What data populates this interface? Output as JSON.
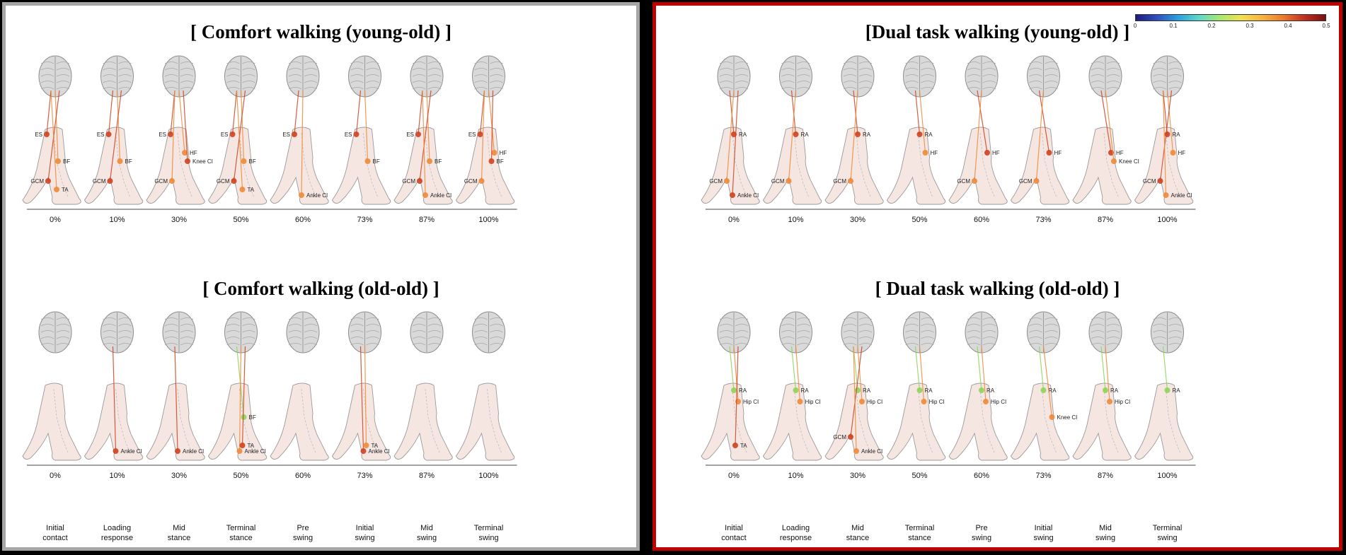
{
  "panels": [
    {
      "id": "left",
      "rows": [
        {
          "title": "[ Comfort walking (young-old) ]",
          "stages": [
            {
              "pct": "0%",
              "muscles": [
                "ES",
                "BF",
                "GCM",
                "TA"
              ]
            },
            {
              "pct": "10%",
              "muscles": [
                "ES",
                "BF",
                "GCM"
              ]
            },
            {
              "pct": "30%",
              "muscles": [
                "ES",
                "HF",
                "Knee CI",
                "GCM"
              ]
            },
            {
              "pct": "50%",
              "muscles": [
                "ES",
                "BF",
                "GCM",
                "TA"
              ]
            },
            {
              "pct": "60%",
              "muscles": [
                "ES",
                "Ankle CI"
              ]
            },
            {
              "pct": "73%",
              "muscles": [
                "ES",
                "BF"
              ]
            },
            {
              "pct": "87%",
              "muscles": [
                "ES",
                "BF",
                "GCM",
                "Ankle CI"
              ]
            },
            {
              "pct": "100%",
              "muscles": [
                "ES",
                "HF",
                "BF",
                "GCM"
              ]
            }
          ]
        },
        {
          "title": "[ Comfort walking (old-old) ]",
          "stages": [
            {
              "pct": "0%",
              "muscles": []
            },
            {
              "pct": "10%",
              "muscles": [
                "Ankle CI"
              ]
            },
            {
              "pct": "30%",
              "muscles": [
                "Ankle CI"
              ]
            },
            {
              "pct": "50%",
              "muscles": [
                "BF",
                "Ankle CI",
                "TA"
              ]
            },
            {
              "pct": "60%",
              "muscles": []
            },
            {
              "pct": "73%",
              "muscles": [
                "Ankle CI",
                "TA"
              ]
            },
            {
              "pct": "87%",
              "muscles": []
            },
            {
              "pct": "100%",
              "muscles": []
            }
          ]
        }
      ],
      "phases": [
        {
          "line1": "Initial",
          "line2": "contact"
        },
        {
          "line1": "Loading",
          "line2": "response"
        },
        {
          "line1": "Mid",
          "line2": "stance"
        },
        {
          "line1": "Terminal",
          "line2": "stance"
        },
        {
          "line1": "Pre",
          "line2": "swing"
        },
        {
          "line1": "Initial",
          "line2": "swing"
        },
        {
          "line1": "Mid",
          "line2": "swing"
        },
        {
          "line1": "Terminal",
          "line2": "swing"
        }
      ]
    },
    {
      "id": "right",
      "rows": [
        {
          "title": "[Dual task walking (young-old) ]",
          "stages": [
            {
              "pct": "0%",
              "muscles": [
                "RA",
                "GCM",
                "Ankle CI"
              ]
            },
            {
              "pct": "10%",
              "muscles": [
                "RA",
                "GCM"
              ]
            },
            {
              "pct": "30%",
              "muscles": [
                "RA",
                "GCM"
              ]
            },
            {
              "pct": "50%",
              "muscles": [
                "RA",
                "HF"
              ]
            },
            {
              "pct": "60%",
              "muscles": [
                "HF",
                "GCM"
              ]
            },
            {
              "pct": "73%",
              "muscles": [
                "HF",
                "GCM"
              ]
            },
            {
              "pct": "87%",
              "muscles": [
                "HF",
                "Knee CI"
              ]
            },
            {
              "pct": "100%",
              "muscles": [
                "RA",
                "HF",
                "GCM",
                "Ankle CI"
              ]
            }
          ]
        },
        {
          "title": "[ Dual task walking (old-old) ]",
          "stages": [
            {
              "pct": "0%",
              "muscles": [
                "RA",
                "Hip CI",
                "TA"
              ]
            },
            {
              "pct": "10%",
              "muscles": [
                "RA",
                "Hip CI"
              ]
            },
            {
              "pct": "30%",
              "muscles": [
                "RA",
                "Hip CI",
                "GCM",
                "Ankle CI"
              ]
            },
            {
              "pct": "50%",
              "muscles": [
                "RA",
                "Hip CI"
              ]
            },
            {
              "pct": "60%",
              "muscles": [
                "RA",
                "Hip CI"
              ]
            },
            {
              "pct": "73%",
              "muscles": [
                "RA",
                "Knee CI"
              ]
            },
            {
              "pct": "87%",
              "muscles": [
                "RA",
                "Hip CI"
              ]
            },
            {
              "pct": "100%",
              "muscles": [
                "RA"
              ]
            }
          ]
        }
      ],
      "phases": [
        {
          "line1": "Initial",
          "line2": "contact"
        },
        {
          "line1": "Loading",
          "line2": "response"
        },
        {
          "line1": "Mid",
          "line2": "stance"
        },
        {
          "line1": "Terminal",
          "line2": "stance"
        },
        {
          "line1": "Pre",
          "line2": "swing"
        },
        {
          "line1": "Initial",
          "line2": "swing"
        },
        {
          "line1": "Mid",
          "line2": "swing"
        },
        {
          "line1": "Terminal",
          "line2": "swing"
        }
      ]
    }
  ],
  "colorbar": {
    "ticks": [
      "0",
      "0.1",
      "0.2",
      "0.3",
      "0.4",
      "0.5"
    ],
    "colors": {
      "low": "#1c1c7a",
      "mid": "#a8e870",
      "high": "#7a1010"
    }
  },
  "connectivity_colors": {
    "strong": "#d0411f",
    "medium": "#ee8a3a",
    "weak": "#8fd35a"
  }
}
